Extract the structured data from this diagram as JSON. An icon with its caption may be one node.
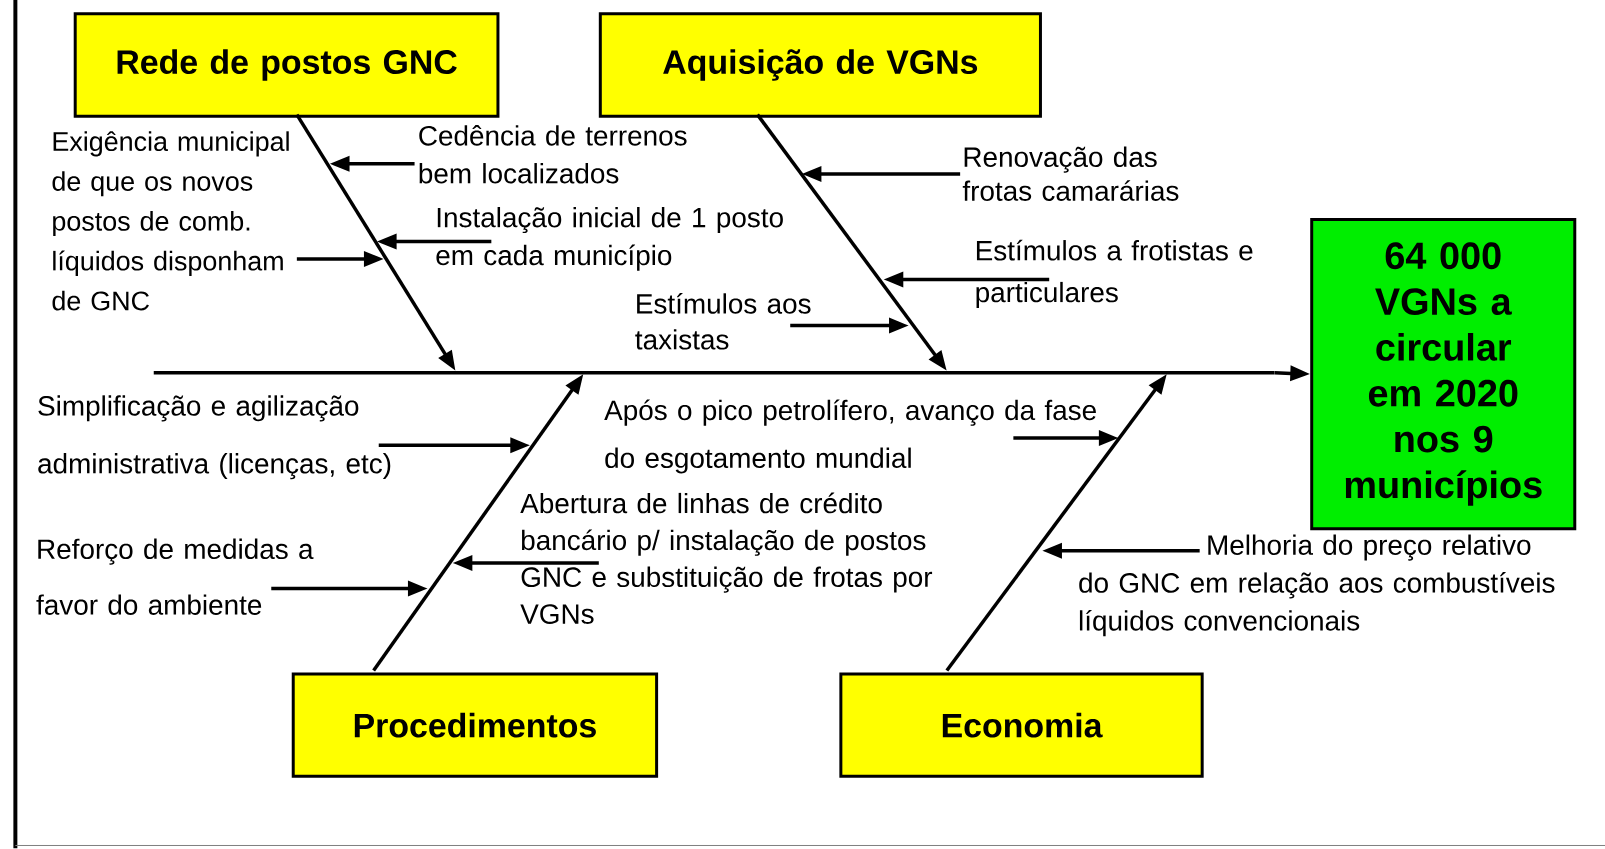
{
  "diagram": {
    "nodes": [
      {
        "text": [
          "Rede de postos GNC"
        ]
      },
      {
        "text": [
          "Aquisição de VGNs"
        ]
      },
      {
        "text": [
          "Procedimentos"
        ]
      },
      {
        "text": [
          "Economia"
        ]
      },
      {
        "text": [
          "64 000 VGNs a circular em 2020 nos 9 municípios"
        ]
      },
      {
        "text": [
          "Exigência municipal de que os novos postos de comb. líquidos disponham de GNC"
        ]
      },
      {
        "text": [
          "Cedência de terrenos bem localizados"
        ]
      },
      {
        "text": [
          "Instalação inicial de 1 posto em cada município"
        ]
      },
      {
        "text": [
          "Estímulos aos taxistas"
        ]
      },
      {
        "text": [
          "Renovação das frotas camarárias"
        ]
      },
      {
        "text": [
          "Estímulos a frotistas e particulares"
        ]
      },
      {
        "text": [
          "Simplificação e agilização administrativa (licenças, etc)"
        ]
      },
      {
        "text": [
          "Reforço de medidas a favor do ambiente"
        ]
      },
      {
        "text": [
          "Abertura de linhas de crédito bancário p/ instalação de postos GNC e substituição de frotas por VGNs"
        ]
      },
      {
        "text": [
          "Após o pico petrolífero, avanço da fase do esgotamento mundial"
        ]
      },
      {
        "text": [
          "Melhoria do preço relativo do GNC em relação aos combustíveis líquidos convencionais"
        ]
      },
      {
        "text": [],
        "shape": "bar"
      }
    ],
    "edges": [
      {
        "from": 0,
        "to": 16,
        "arrow": "to"
      },
      {
        "from": 1,
        "to": 16,
        "arrow": "to"
      },
      {
        "from": 2,
        "to": 16,
        "arrow": "to"
      },
      {
        "from": 3,
        "to": 16,
        "arrow": "to"
      },
      {
        "from": 16,
        "to": 4,
        "arrow": "to"
      },
      {
        "from": 5,
        "to": null,
        "arrow": "to"
      },
      {
        "from": 6,
        "to": null,
        "arrow": "to"
      },
      {
        "from": 7,
        "to": null,
        "arrow": "to"
      },
      {
        "from": 8,
        "to": null,
        "arrow": "to"
      },
      {
        "from": 9,
        "to": null,
        "arrow": "to"
      },
      {
        "from": 10,
        "to": null,
        "arrow": "to"
      },
      {
        "from": 11,
        "to": null,
        "arrow": "to"
      },
      {
        "from": 12,
        "to": null,
        "arrow": "to"
      },
      {
        "from": 13,
        "to": null,
        "arrow": "to"
      },
      {
        "from": 14,
        "to": null,
        "arrow": "to"
      },
      {
        "from": 15,
        "to": null,
        "arrow": "to"
      }
    ]
  }
}
